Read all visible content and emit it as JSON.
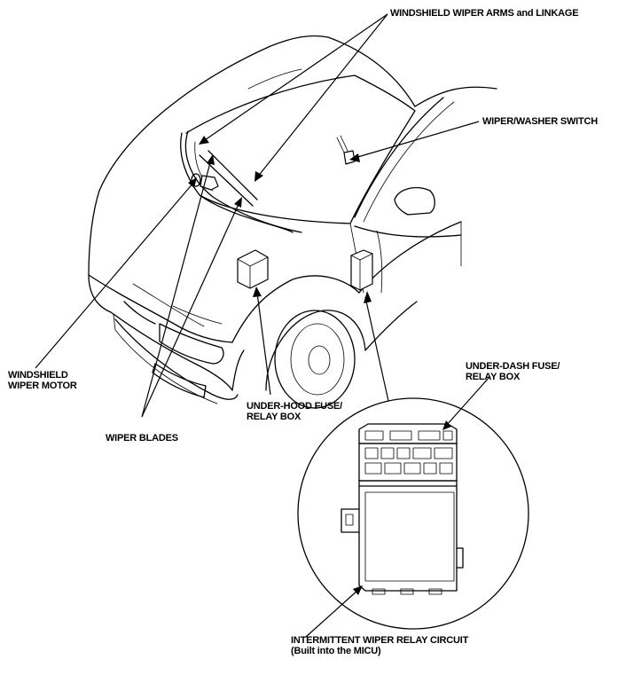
{
  "labels": {
    "wiper_arms": "WINDSHIELD WIPER ARMS and LINKAGE",
    "washer_switch": "WIPER/WASHER SWITCH",
    "wiper_motor": [
      "WINDSHIELD",
      "WIPER MOTOR"
    ],
    "under_dash": [
      "UNDER-DASH FUSE/",
      "RELAY BOX"
    ],
    "under_hood": [
      "UNDER-HOOD FUSE/",
      "RELAY BOX"
    ],
    "wiper_blades": "WIPER BLADES",
    "relay_circuit": [
      "INTERMITTENT WIPER RELAY CIRCUIT",
      "(Built into the MICU)"
    ]
  }
}
